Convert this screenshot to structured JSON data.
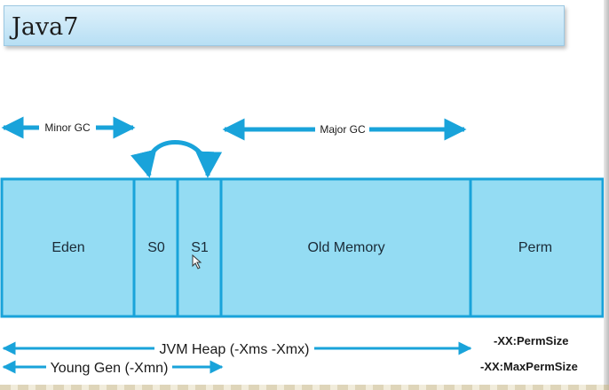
{
  "title": "Java7",
  "arrows": {
    "minor_gc": "Minor GC",
    "major_gc": "Major GC"
  },
  "regions": [
    {
      "id": "eden",
      "label": "Eden"
    },
    {
      "id": "s0",
      "label": "S0"
    },
    {
      "id": "s1",
      "label": "S1"
    },
    {
      "id": "old",
      "label": "Old Memory"
    },
    {
      "id": "perm",
      "label": "Perm"
    }
  ],
  "heap": {
    "jvm_heap": "JVM Heap (-Xms -Xmx)",
    "young_gen": "Young Gen (-Xmn)"
  },
  "perm_options": [
    "-XX:PermSize",
    "-XX:MaxPermSize"
  ],
  "colors": {
    "cell_fill": "#94dcf3",
    "cell_border": "#19a3da",
    "arrow": "#19a3da"
  }
}
